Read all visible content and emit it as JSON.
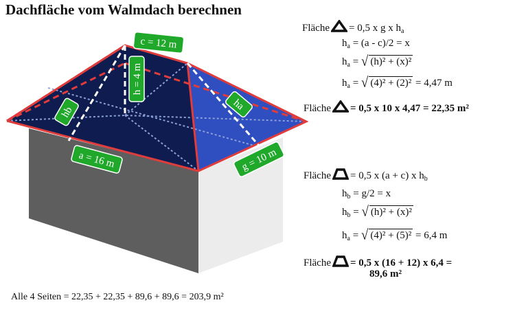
{
  "title": "Dachfläche vom Walmdach berechnen",
  "labels": {
    "c": "c = 12 m",
    "h": "h = 4 m",
    "hb": "hb",
    "ha": "ha",
    "a": "a = 16 m",
    "g": "g = 10 m"
  },
  "formulas": {
    "tri_area_prefix": "Fläche",
    "tri_area_rhs": "= 0,5 x g x h",
    "tri_area_rhs_sub": "a",
    "ha_def_lhs": "h",
    "ha_def_sub": "a",
    "ha_def_rhs": "= (a - c)/2 = x",
    "ha_root1_lhs": "h",
    "ha_root1_sub": "a",
    "ha_root1_eq": "=",
    "ha_root1_radicand": "(h)² + (x)²",
    "ha_root2_lhs": "h",
    "ha_root2_sub": "a",
    "ha_root2_eq": "=",
    "ha_root2_radicand": "(4)² + (2)²",
    "ha_root2_result": "= 4,47 m",
    "tri_result_prefix": "Fläche",
    "tri_result_rhs": "=  0,5 x 10 x 4,47 = 22,35 m²",
    "trap_area_prefix": "Fläche",
    "trap_area_rhs": "=  0,5 x (a + c) x h",
    "trap_area_rhs_sub": "b",
    "hb_def_lhs": "h",
    "hb_def_sub": "b",
    "hb_def_rhs": "= g/2 = x",
    "hb_root1_lhs": "h",
    "hb_root1_sub": "b",
    "hb_root1_eq": "=",
    "hb_root1_radicand": "(h)² + (x)²",
    "hb_root2_lhs": "h",
    "hb_root2_sub": "a",
    "hb_root2_eq": "=",
    "hb_root2_radicand": "(4)² + (5)²",
    "hb_root2_result": "= 6,4 m",
    "trap_result_prefix": "Fläche",
    "trap_result_line1": "=  0,5 x (16 + 12) x 6,4 =",
    "trap_result_line2": "89,6 m²"
  },
  "summary": "Alle 4 Seiten = 22,35 + 22,35 + 89,6 + 89,6 = 203,9 m²",
  "colors": {
    "roof_dark": "#0f1c50",
    "roof_side": "#2f4fc0",
    "outline_red": "#e03c3c",
    "label_green": "#1fa82a",
    "wall_front": "#5e5e5e",
    "wall_side": "#ececec"
  },
  "icons": {
    "triangle": "outlined-triangle-icon",
    "trapezoid": "outlined-trapezoid-icon"
  }
}
